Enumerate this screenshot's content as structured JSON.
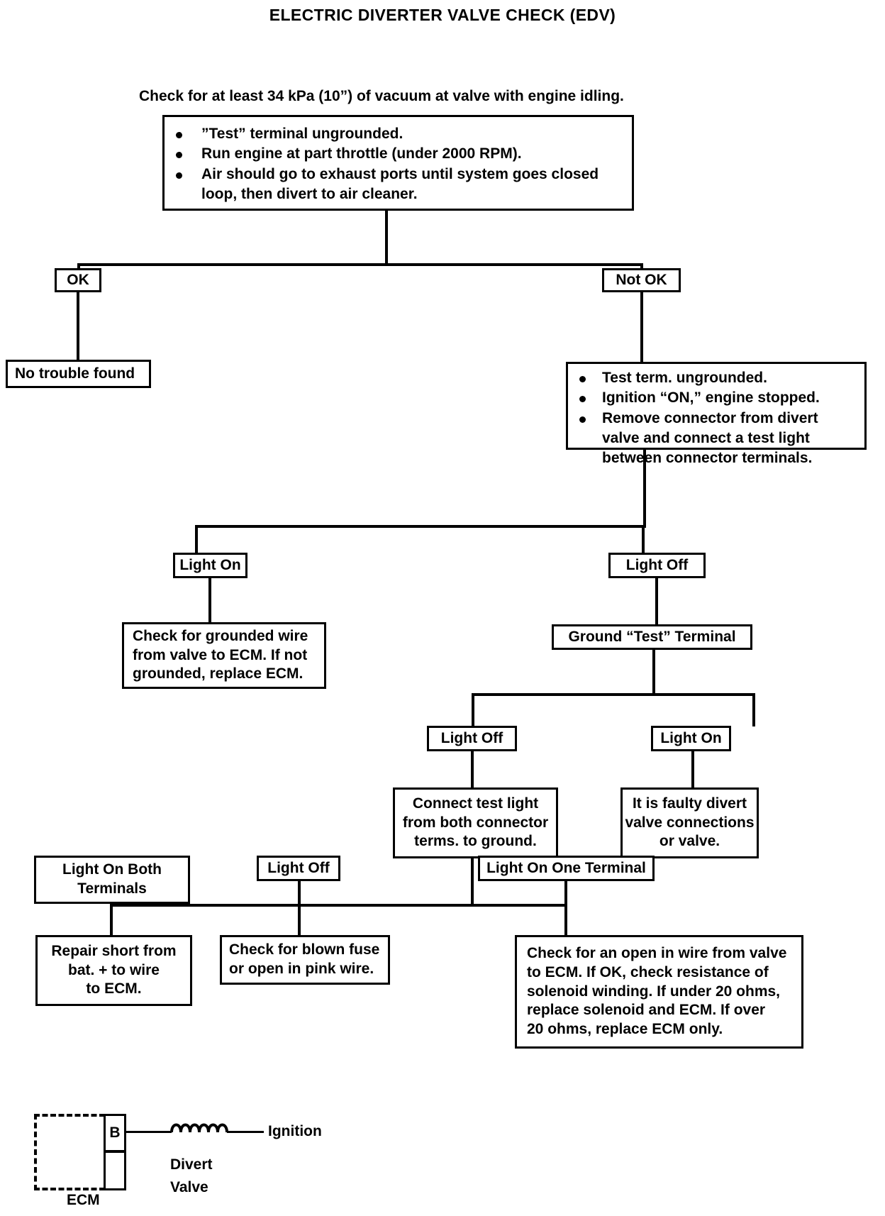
{
  "page": {
    "title": "ELECTRIC DIVERTER VALVE CHECK (EDV)",
    "caption": "Check for at least 34 kPa (10”) of vacuum at valve with engine idling."
  },
  "nodes": {
    "step1": {
      "bullets": [
        {
          "text": "”Test” terminal ungrounded."
        },
        {
          "text": "Run engine at part throttle (under 2000 RPM)."
        },
        {
          "text": "Air should go to exhaust ports until system goes closed",
          "cont": "loop, then divert to air cleaner."
        }
      ]
    },
    "ok_label": "OK",
    "not_ok_label": "Not OK",
    "no_trouble": "No trouble found",
    "step2": {
      "bullets": [
        {
          "text": "Test term. ungrounded."
        },
        {
          "text": "Ignition “ON,” engine stopped."
        },
        {
          "text": "Remove connector from divert",
          "cont": "valve and connect a test light",
          "cont2": "between connector terminals."
        }
      ]
    },
    "light_on_1": "Light On",
    "light_off_1": "Light Off",
    "grounded_wire": {
      "lines": [
        "Check for grounded wire",
        "from valve to ECM. If not",
        "grounded, replace ECM."
      ]
    },
    "ground_test_terminal": "Ground “Test” Terminal",
    "light_off_2": "Light Off",
    "light_on_2": "Light On",
    "connect_test_light": {
      "lines": [
        "Connect test light",
        "from both connector",
        "terms. to ground."
      ]
    },
    "faulty_divert": {
      "lines": [
        "It is faulty divert",
        "valve connections",
        "or valve."
      ]
    },
    "light_on_both": {
      "lines": [
        "Light On Both",
        "Terminals"
      ]
    },
    "light_off_3": "Light Off",
    "light_on_one": "Light On One Terminal",
    "repair_short": {
      "lines": [
        "Repair short from",
        "bat. + to wire",
        "to ECM."
      ]
    },
    "blown_fuse": {
      "lines": [
        "Check for blown fuse",
        "or open in pink wire."
      ]
    },
    "open_in_wire": {
      "lines": [
        "Check for an open in wire from valve",
        "to ECM. If OK, check resistance of",
        "solenoid winding. If under 20 ohms,",
        "replace solenoid and ECM. If over",
        "20 ohms, replace ECM only."
      ]
    }
  },
  "schematic": {
    "ecm_label": "ECM",
    "terminal_label": "B",
    "ignition_label": "Ignition",
    "divert_valve_label_1": "Divert",
    "divert_valve_label_2": "Valve"
  },
  "colors": {
    "ink": "#000000",
    "paper": "#ffffff"
  }
}
